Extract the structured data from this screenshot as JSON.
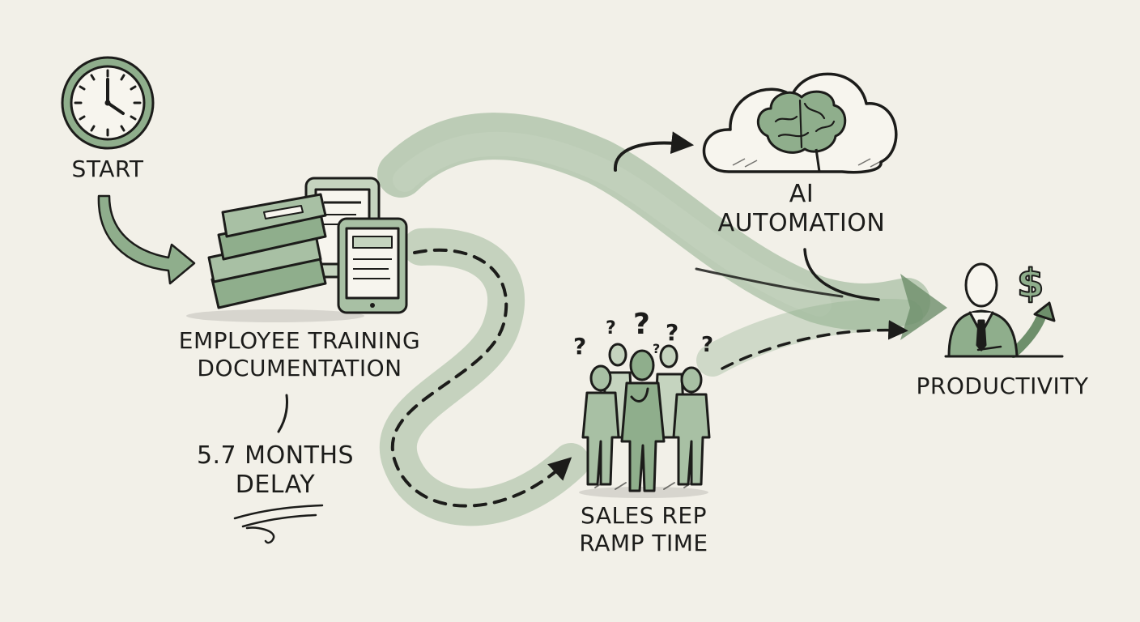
{
  "colors": {
    "paper": "#f2f0e8",
    "ink": "#1c1c1a",
    "sage": "#8fae8c",
    "sage_light": "#c5d4bf",
    "sage_dark": "#6e8f6b"
  },
  "icons": [
    "clock-icon",
    "books-tablets-icon",
    "cloud-brain-icon",
    "confused-people-icon",
    "businessman-dollar-icon"
  ],
  "labels": {
    "start": "Start",
    "training_line1": "Employee Training",
    "training_line2": "Documentation",
    "delay_line1": "5.7 Months",
    "delay_line2": "Delay",
    "ai_line1": "AI",
    "ai_line2": "Automation",
    "sales_line1": "Sales Rep",
    "sales_line2": "Ramp Time",
    "productivity": "Productivity"
  }
}
